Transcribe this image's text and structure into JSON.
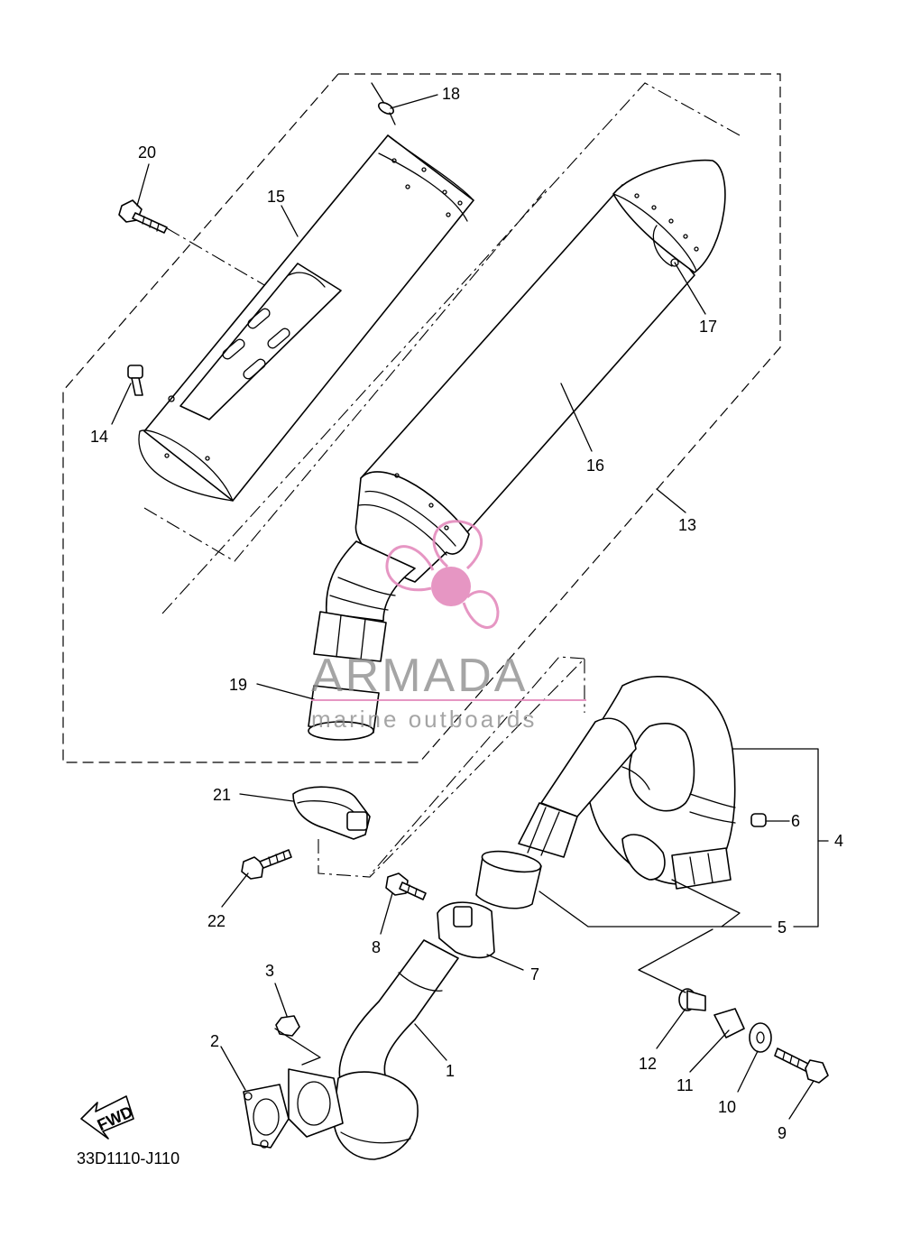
{
  "drawing_code": "33D1110-J110",
  "fwd_label": "FWD",
  "watermark": {
    "brand": "ARMADA",
    "tagline": "marine outboards",
    "accent_color": "#e48bbd",
    "text_color": "#8a8a8a"
  },
  "callouts": [
    "1",
    "2",
    "3",
    "4",
    "5",
    "6",
    "7",
    "8",
    "9",
    "10",
    "11",
    "12",
    "13",
    "14",
    "15",
    "16",
    "17",
    "18",
    "19",
    "20",
    "21",
    "22"
  ]
}
